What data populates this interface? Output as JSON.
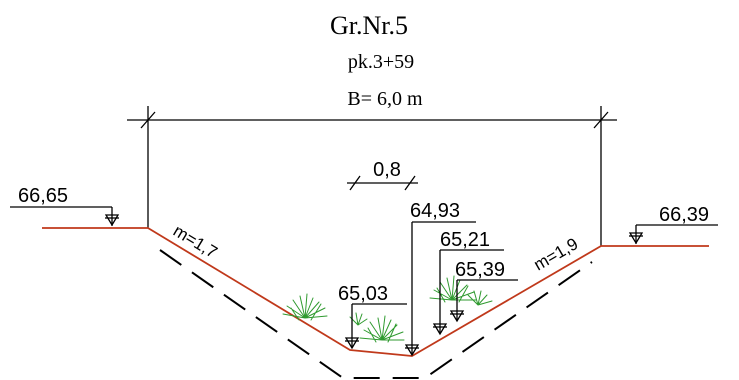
{
  "header": {
    "title": "Gr.Nr.5",
    "station": "pk.3+59",
    "width": "B= 6,0 m"
  },
  "dimensions": {
    "bottom_width": "0,8"
  },
  "elevations": {
    "left_bank": "66,65",
    "right_bank": "66,39",
    "bottom_deepest": "64,93",
    "bottom_left": "65,03",
    "right_slope_upper": "65,21",
    "right_slope_lower": "65,39"
  },
  "slopes": {
    "left": "m=1,7",
    "right": "m=1,9"
  },
  "colors": {
    "ground_line": "#c0391b",
    "vegetation": "#2f9a2f",
    "ink": "#000000"
  }
}
